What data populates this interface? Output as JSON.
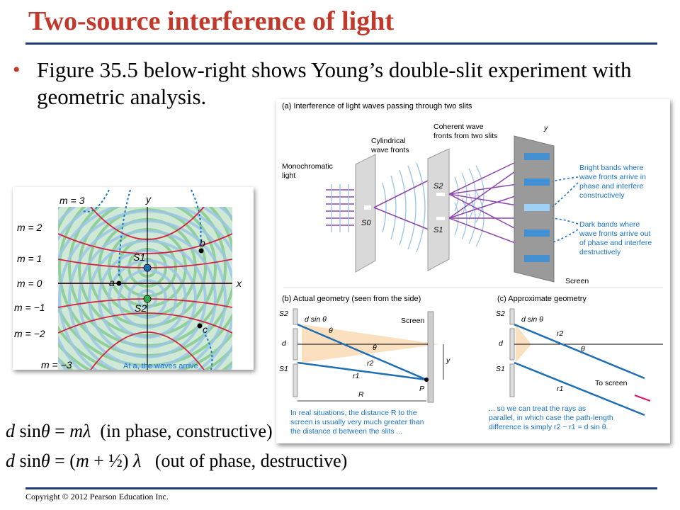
{
  "slide": {
    "title": "Two-source interference of light",
    "bullet": "Figure 35.5 below-right shows Young’s double-slit experiment with geometric analysis.",
    "copyright": "Copyright © 2012 Pearson Education Inc."
  },
  "left_figure": {
    "y_axis": "y",
    "x_axis": "x",
    "orders": [
      "m = 3",
      "m = 2",
      "m = 1",
      "m = 0",
      "m = −1",
      "m = −2",
      "m = −3"
    ],
    "source_top": "S1",
    "source_bottom": "S2",
    "points": [
      "a",
      "b",
      "c"
    ],
    "caption_cut": "At a, the waves arrive"
  },
  "panel_a": {
    "heading": "(a) Interference of light waves passing through two slits",
    "monochromatic": [
      "Monochromatic",
      "light"
    ],
    "cylindrical": [
      "Cylindrical",
      "wave fronts"
    ],
    "coherent": [
      "Coherent wave",
      "fronts from two slits"
    ],
    "y": "y",
    "s0": "S0",
    "s2": "S2",
    "s1": "S1",
    "bright": [
      "Bright bands where",
      "wave fronts arrive in",
      "phase and interfere",
      "constructively"
    ],
    "dark": [
      "Dark bands where",
      "wave fronts arrive out",
      "of phase and interfere",
      "destructively"
    ],
    "screen": "Screen"
  },
  "panel_b": {
    "heading": "(b) Actual geometry (seen from the side)",
    "screen": "Screen",
    "dsin": "d sin θ",
    "theta": "θ",
    "r2": "r2",
    "r1": "r1",
    "d": "d",
    "y": "y",
    "p": "P",
    "R": "R",
    "s2": "S2",
    "s1": "S1",
    "caption": [
      "In real situations, the distance R to the",
      "screen is usually very much greater than",
      "the distance d between the slits ..."
    ]
  },
  "panel_c": {
    "heading": "(c) Approximate geometry",
    "dsin": "d sin θ",
    "r2": "r2",
    "r1": "r1",
    "theta": "θ",
    "d": "d",
    "s2": "S2",
    "s1": "S1",
    "to_screen": "To screen",
    "caption": [
      "... so we can treat the rays as",
      "parallel, in which case the path-length",
      "difference is simply r2 − r1 = d sin θ."
    ]
  },
  "equations": {
    "constructive_note": "(in phase, constructive)",
    "destructive_note": "(out of phase, destructive)"
  },
  "colors": {
    "title": "#c0392b",
    "rule": "#1f3a7a",
    "annotation": "#1a73c8",
    "ray": "#1f6fb5",
    "antinodal": "#d6243f",
    "band": "#fbe0c0"
  }
}
